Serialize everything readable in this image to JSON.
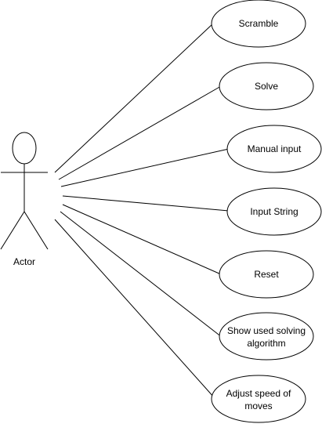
{
  "diagram": {
    "type": "use-case",
    "actor": {
      "label": "Actor"
    },
    "use_cases": [
      {
        "id": "scramble",
        "lines": [
          "Scramble"
        ]
      },
      {
        "id": "solve",
        "lines": [
          "Solve"
        ]
      },
      {
        "id": "manual-input",
        "lines": [
          "Manual input"
        ]
      },
      {
        "id": "input-string",
        "lines": [
          "Input String"
        ]
      },
      {
        "id": "reset",
        "lines": [
          "Reset"
        ]
      },
      {
        "id": "show-used-solving-algorithm",
        "lines": [
          "Show used solving",
          "algorithm"
        ]
      },
      {
        "id": "adjust-speed-of-moves",
        "lines": [
          "Adjust speed of",
          "moves"
        ]
      }
    ],
    "connections": [
      {
        "from": "actor",
        "to": "scramble"
      },
      {
        "from": "actor",
        "to": "solve"
      },
      {
        "from": "actor",
        "to": "manual-input"
      },
      {
        "from": "actor",
        "to": "input-string"
      },
      {
        "from": "actor",
        "to": "reset"
      },
      {
        "from": "actor",
        "to": "show-used-solving-algorithm"
      },
      {
        "from": "actor",
        "to": "adjust-speed-of-moves"
      }
    ],
    "colors": {
      "stroke": "#000000",
      "fill": "#ffffff",
      "text": "#000000"
    }
  }
}
